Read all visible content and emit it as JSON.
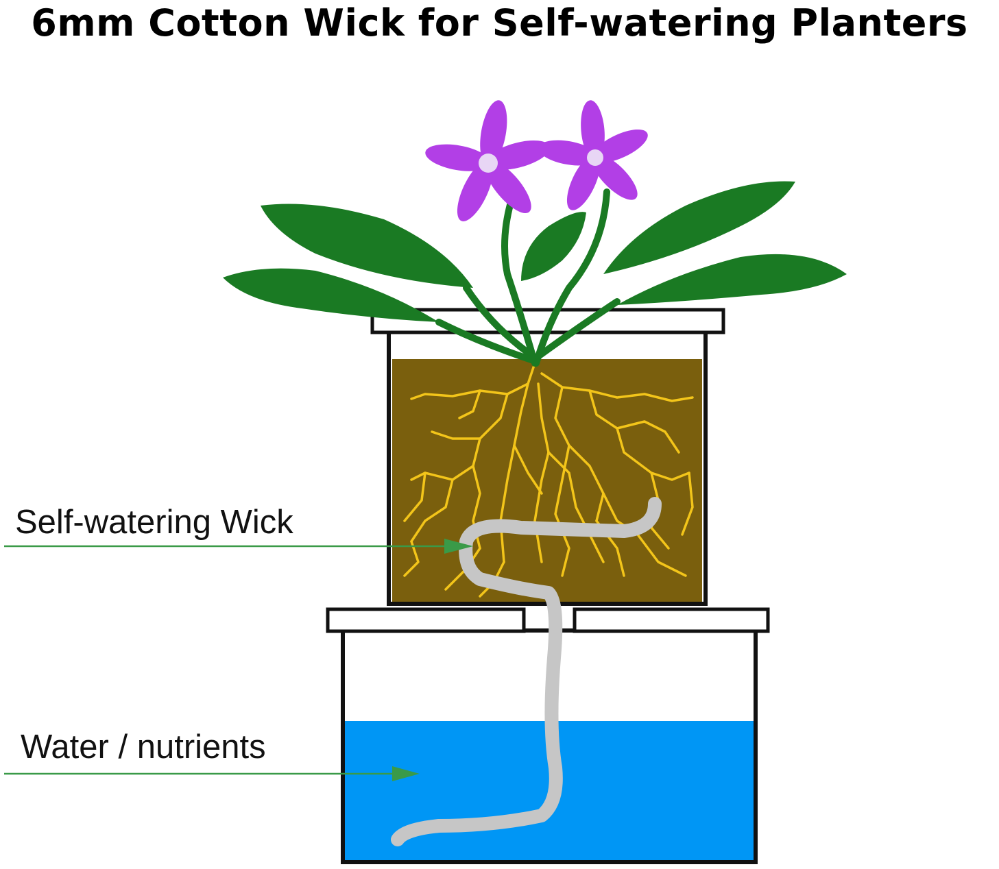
{
  "title": "6mm Cotton Wick for Self-watering Planters",
  "labels": {
    "wick": "Self-watering Wick",
    "water": "Water / nutrients"
  },
  "colors": {
    "flower": "#b23fe6",
    "leaf": "#1a7a23",
    "soil": "#7a5f0d",
    "root": "#f3c51a",
    "wick": "#c6c6c6",
    "water": "#0096f5",
    "arrow": "#3a9a48",
    "outline": "#111111"
  },
  "icons": {
    "flower": "flower-icon",
    "arrow": "arrow-icon"
  }
}
